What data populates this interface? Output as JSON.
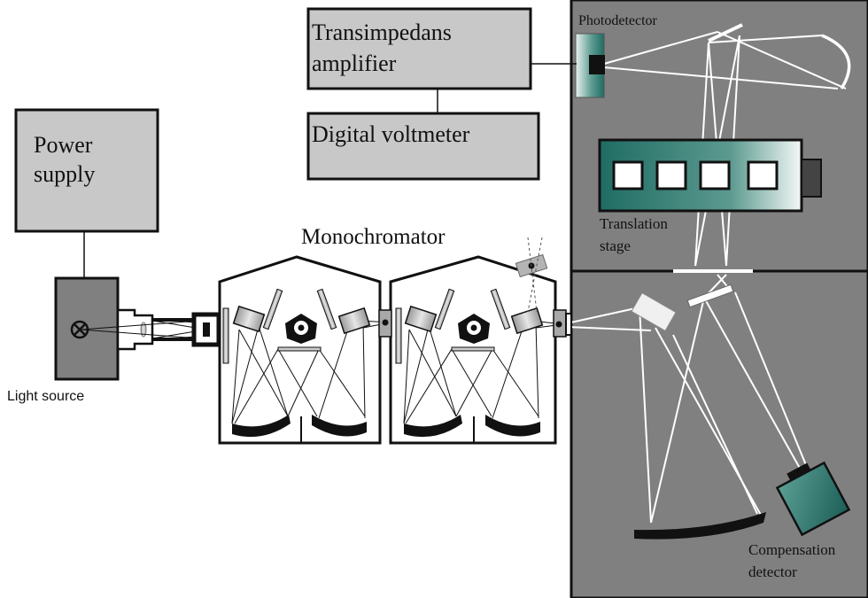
{
  "labels": {
    "photodetector": "Photodetector",
    "transimpedans_line1": "Transimpedans",
    "transimpedans_line2": "amplifier",
    "digital_voltmeter": "Digital voltmeter",
    "power_line1": "Power",
    "power_line2": "supply",
    "monochromator": "Monochromator",
    "light_source": "Light source",
    "translation_line1": "Translation",
    "translation_line2": "stage",
    "compensation_line1": "Compensation",
    "compensation_line2": "detector"
  },
  "colors": {
    "chamber": "#808080",
    "box": "#c8c8c8",
    "teal": "#2e7b73",
    "beam": "#ffffff",
    "mirror": "#111111",
    "line": "#111111"
  },
  "icons": {
    "lamp": "lamp-icon",
    "grating": "grating-icon"
  }
}
